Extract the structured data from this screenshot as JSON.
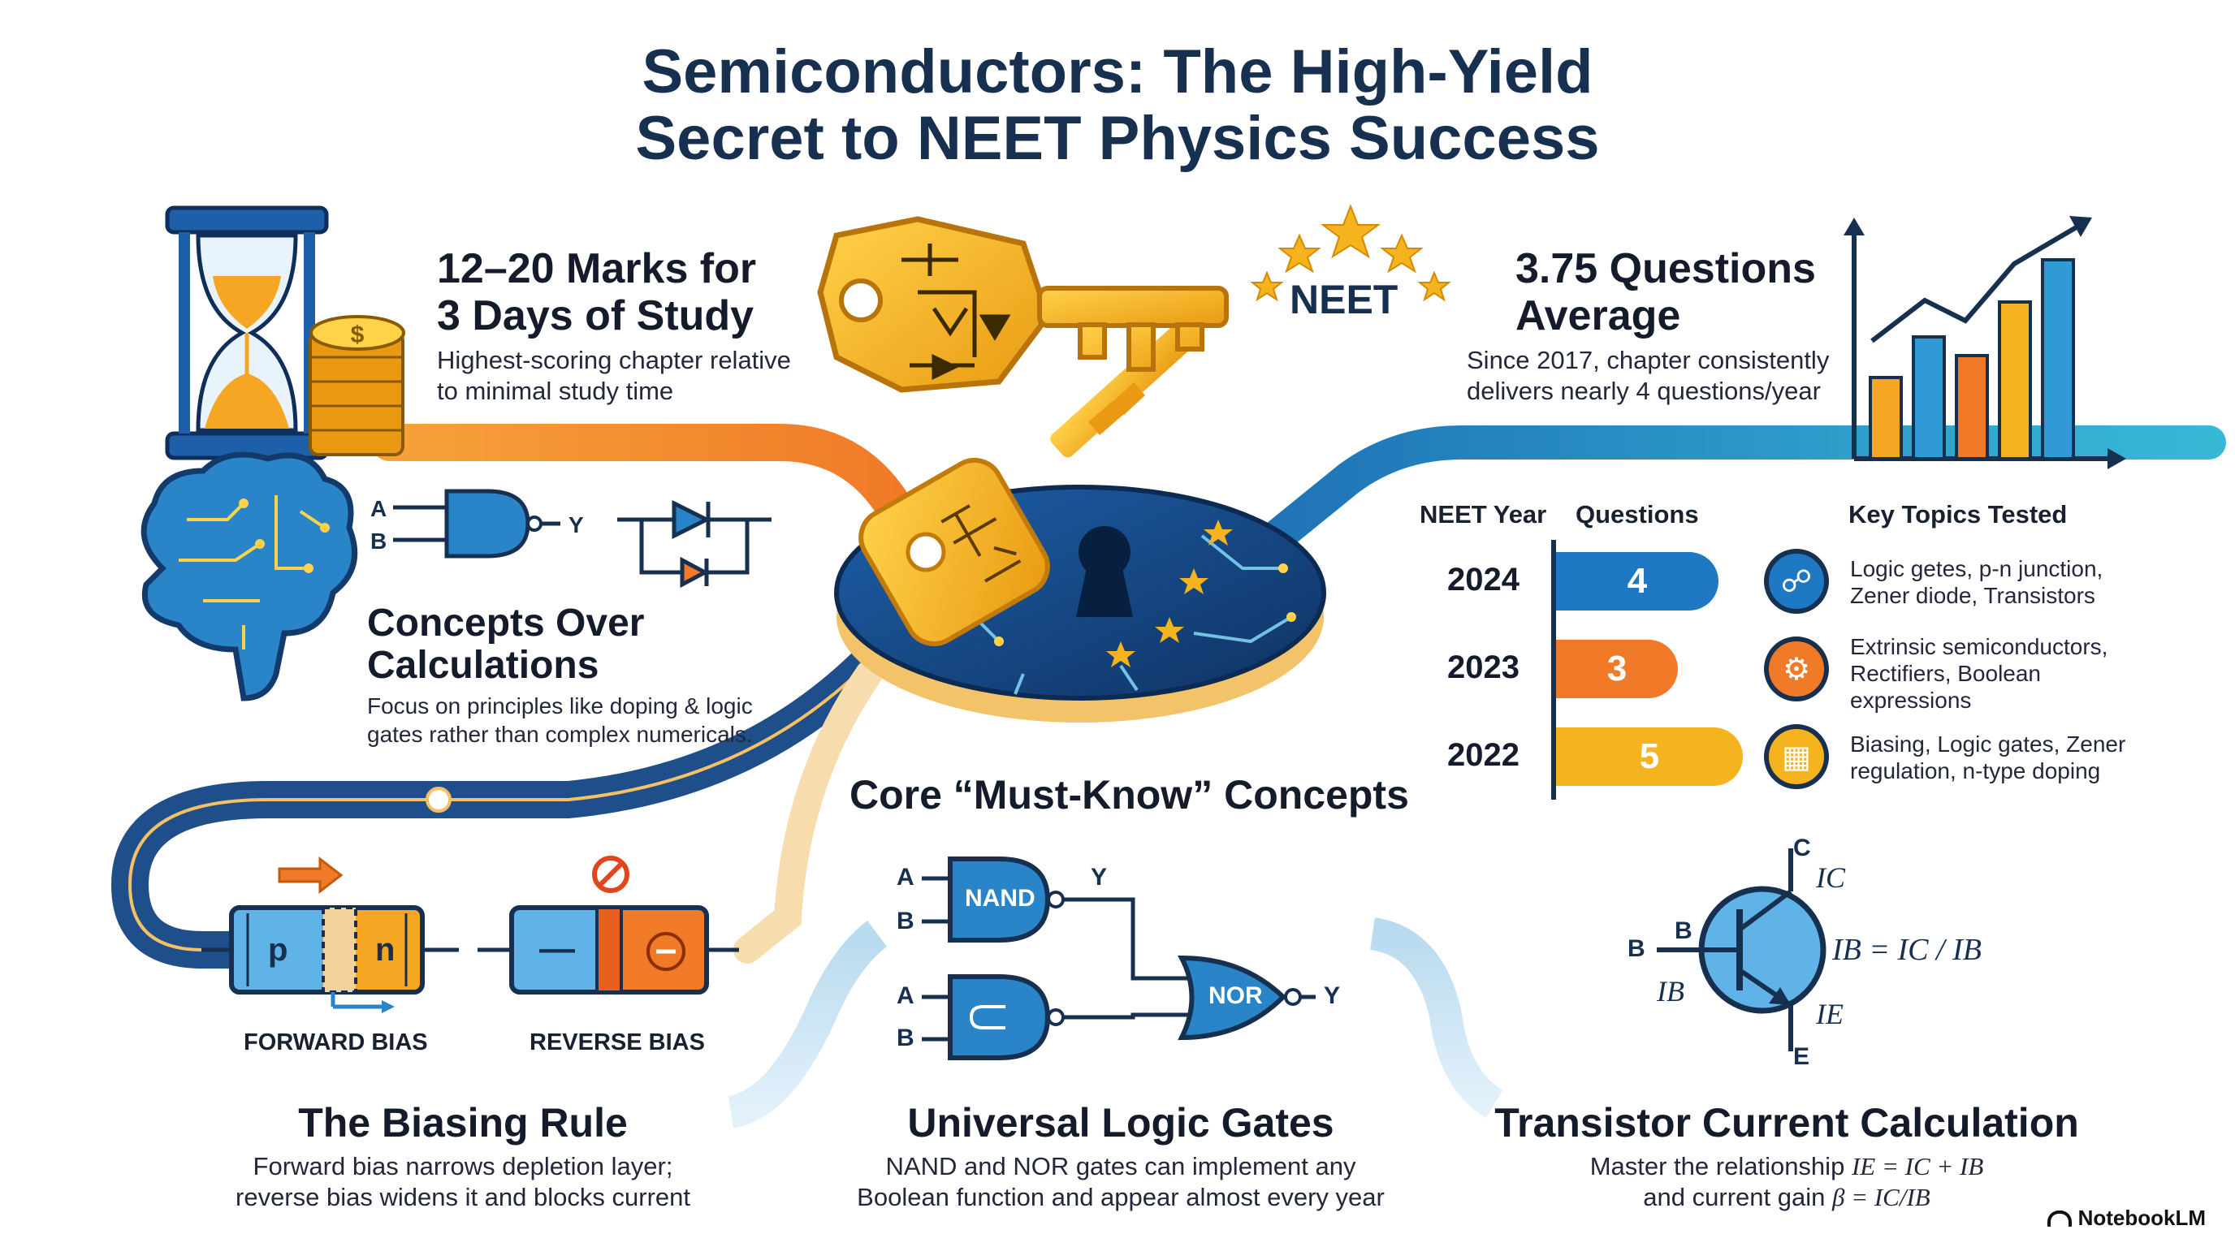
{
  "title": {
    "line1": "Semiconductors: The High-Yield",
    "line2": "Secret to NEET Physics Success"
  },
  "marks_card": {
    "heading_line1": "12–20 Marks for",
    "heading_line2": "3 Days of Study",
    "desc_line1": "Highest-scoring chapter relative",
    "desc_line2": "to minimal study time",
    "icon": "hourglass-coins-icon"
  },
  "key_badge": {
    "label": "NEET",
    "icon": "golden-key-icon"
  },
  "questions_card": {
    "heading_line1": "3.75 Questions",
    "heading_line2": "Average",
    "desc_line1": "Since 2017, chapter consistently",
    "desc_line2": "delivers nearly 4 questions/year",
    "icon": "rising-bar-chart-icon"
  },
  "concepts_card": {
    "heading_line1": "Concepts Over",
    "heading_line2": "Calculations",
    "desc_line1": "Focus on principles like doping & logic",
    "desc_line2": "gates rather than complex numericals.",
    "icon": "circuit-brain-icon",
    "gate_inputs": [
      "A",
      "B"
    ],
    "gate_output": "Y"
  },
  "core_heading": "Core “Must-Know” Concepts",
  "table": {
    "col_year": "NEET Year",
    "col_questions": "Questions",
    "col_topics": "Key Topics Tested",
    "rows": [
      {
        "year": "2024",
        "questions": 4,
        "color": "#1e78c4",
        "icon": "network-icon",
        "topic_lines": [
          "Logic getes, p-n junction,",
          "Zener diode, Transistors"
        ]
      },
      {
        "year": "2023",
        "questions": 3,
        "color": "#f07a28",
        "icon": "gear-icon",
        "topic_lines": [
          "Extrinsic semiconductors,",
          "Rectifiers, Boolean",
          "expressions"
        ]
      },
      {
        "year": "2022",
        "questions": 5,
        "color": "#f5b41e",
        "icon": "chip-icon",
        "topic_lines": [
          "Biasing, Logic gates, Zener",
          "regulation, n-type doping"
        ]
      }
    ]
  },
  "biasing": {
    "forward_label": "FORWARD BIAS",
    "reverse_label": "REVERSE BIAS",
    "p_label": "p",
    "n_label": "n",
    "minus_label": "—",
    "heading": "The Biasing Rule",
    "desc_line1": "Forward bias narrows depletion layer;",
    "desc_line2": "reverse bias widens it and blocks current"
  },
  "logic": {
    "nand_label": "NAND",
    "nor_label": "NOR",
    "in_a": "A",
    "in_b": "B",
    "out_y": "Y",
    "heading": "Universal Logic Gates",
    "desc_line1": "NAND and NOR gates can implement any",
    "desc_line2": "Boolean function and appear almost every year"
  },
  "transistor": {
    "c_label": "C",
    "b_label": "B",
    "e_label": "E",
    "ic": "IC",
    "ib": "IB",
    "ie": "IE",
    "formula": "IB = IC / IB",
    "heading": "Transistor Current Calculation",
    "desc_line1_text": "Master the relationship",
    "desc_line1_math": "IE = IC + IB",
    "desc_line2_text": "and current gain",
    "desc_line2_math": "β = IC/IB"
  },
  "brand": "NotebookLM"
}
